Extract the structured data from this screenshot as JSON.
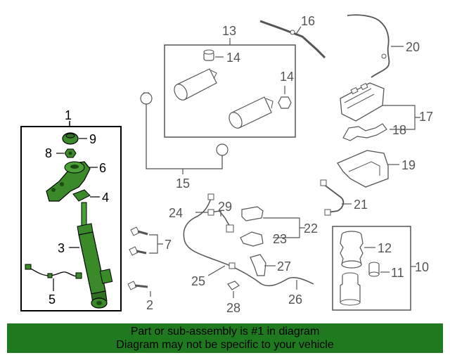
{
  "callouts": {
    "c1": "1",
    "c2": "2",
    "c3": "3",
    "c4": "4",
    "c5": "5",
    "c6": "6",
    "c7": "7",
    "c8": "8",
    "c9": "9",
    "c10": "10",
    "c11": "11",
    "c12": "12",
    "c13": "13",
    "c14a": "14",
    "c14b": "14",
    "c15": "15",
    "c16": "16",
    "c17": "17",
    "c18": "18",
    "c19": "19",
    "c20": "20",
    "c21": "21",
    "c22": "22",
    "c23": "23",
    "c24": "24",
    "c25": "25",
    "c26": "26",
    "c27": "27",
    "c28": "28",
    "c29": "29"
  },
  "banner": {
    "line1": "Part or sub-assembly is #1 in diagram",
    "line2": "Diagram may not be specific to your vehicle"
  },
  "colors": {
    "part_fill": "#3a8a2a",
    "banner_bg": "#1f7a1f",
    "line": "#555555"
  }
}
